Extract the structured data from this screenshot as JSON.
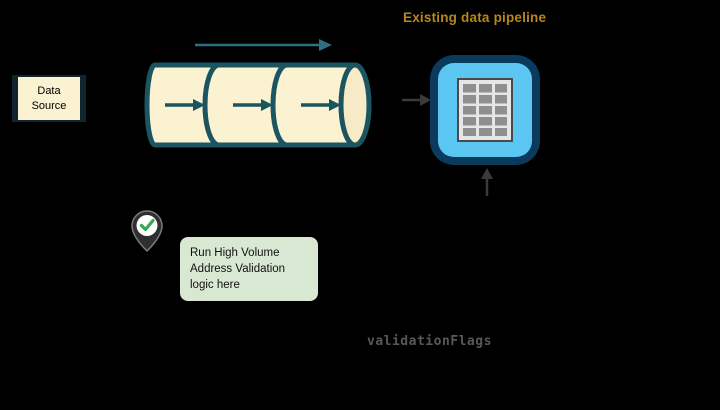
{
  "canvas": {
    "background": "#000000"
  },
  "header": {
    "title": "Existing data pipeline",
    "title_color": "#B9861B"
  },
  "data_source": {
    "lines": [
      "Data",
      "Source"
    ],
    "fill": "#FBF2D2",
    "edge_color": "#0F2530"
  },
  "pipeline": {
    "fill": "#FBF2D2",
    "stroke": "#1A5560",
    "segment_count": 3,
    "flow_arrow_color": "#2E6F80",
    "segment_arrow_color": "#1A5560"
  },
  "processor": {
    "outer_color": "#0A3A5C",
    "inner_color": "#5BC6F2",
    "icon": "server-rack-icon"
  },
  "connectors": {
    "color": "#3A3A3A"
  },
  "checkpoint": {
    "icon": "location-pin-check-icon",
    "pin_fill": "#2F2F2F",
    "circle_fill": "#FFFFFF",
    "check_color": "#34A853"
  },
  "note": {
    "background": "#D8E8D2",
    "lines": [
      "Run High Volume",
      "Address Validation",
      "logic here"
    ]
  },
  "code_label": {
    "text": "validationFlags",
    "color": "#585858"
  }
}
